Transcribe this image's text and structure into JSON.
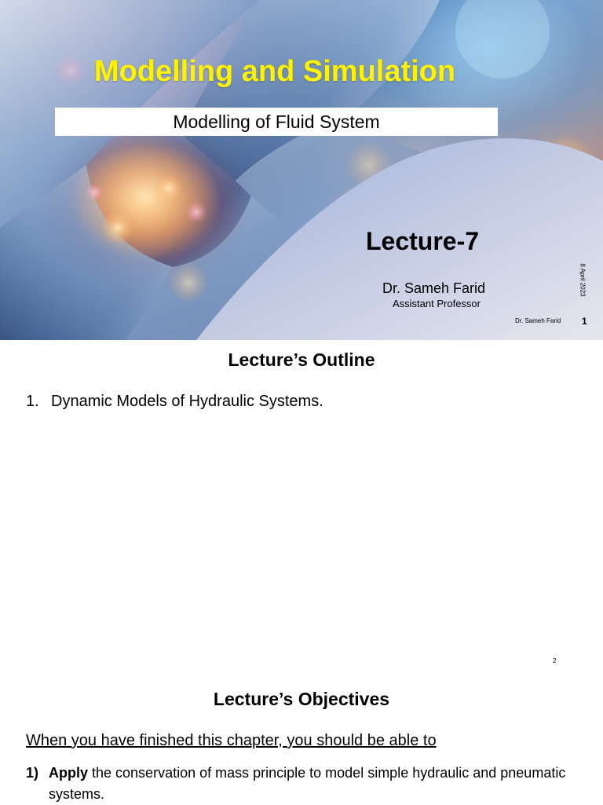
{
  "slide1": {
    "title": "Modelling and Simulation",
    "subtitle": "Modelling of Fluid System",
    "lecture": "Lecture-7",
    "author": "Dr. Sameh Farid",
    "role": "Assistant Professor",
    "date": "8 April 2023",
    "footer_name": "Dr. Sameh Farid",
    "page_number": "1",
    "colors": {
      "title": "#fff200",
      "wave": "#c3cbe3"
    }
  },
  "slide2": {
    "heading": "Lecture’s Outline",
    "items": [
      {
        "number": "1.",
        "text": "Dynamic Models of Hydraulic Systems."
      }
    ],
    "page_number": "2"
  },
  "slide3": {
    "heading": "Lecture’s Objectives",
    "intro": "When you have finished this chapter, you should be able to",
    "objectives": [
      {
        "marker": "1)",
        "verb": "Apply",
        "text": " the conservation of mass principle to model simple hydraulic and pneumatic systems."
      }
    ]
  }
}
